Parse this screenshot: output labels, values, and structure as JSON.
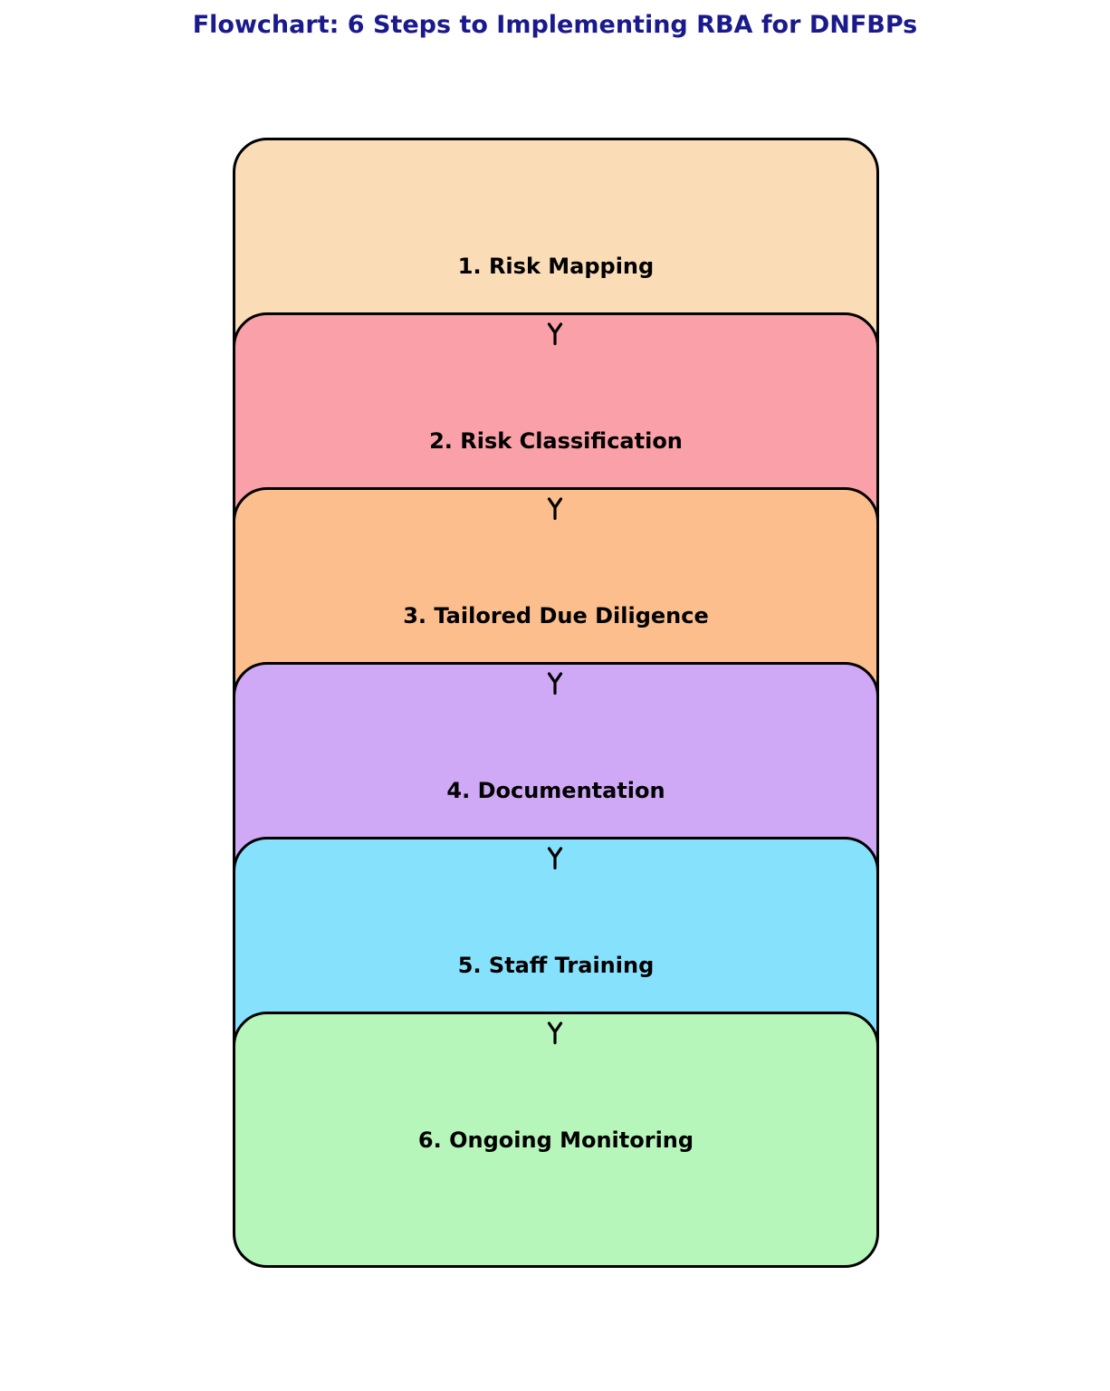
{
  "title": {
    "text": "Flowchart: 6 Steps to Implementing RBA for DNFBPs",
    "color": "#1A1A8C"
  },
  "flowchart": {
    "direction": "top-to-bottom",
    "connector_color": "#000000",
    "border_color": "#000000",
    "steps": [
      {
        "label": "1. Risk Mapping",
        "color": "#FADCB6"
      },
      {
        "label": "2. Risk Classification",
        "color": "#FAA0A8"
      },
      {
        "label": "3. Tailored Due Diligence",
        "color": "#FBBE8C"
      },
      {
        "label": "4. Documentation",
        "color": "#CFA8F6"
      },
      {
        "label": "5. Staff Training",
        "color": "#85E1FC"
      },
      {
        "label": "6. Ongoing Monitoring",
        "color": "#B7F6BB"
      }
    ]
  }
}
